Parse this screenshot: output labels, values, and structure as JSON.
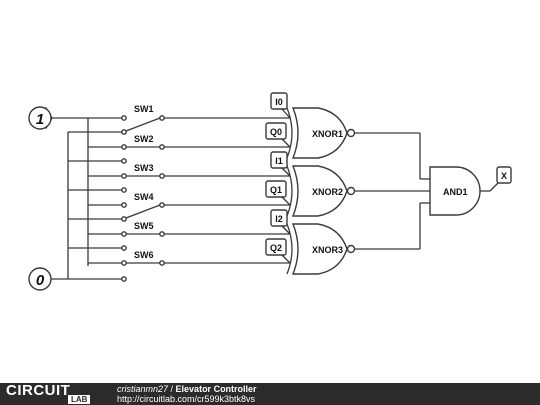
{
  "diagram": {
    "terminals": [
      {
        "id": "t1",
        "label": "1"
      },
      {
        "id": "t0",
        "label": "0"
      }
    ],
    "switches": [
      {
        "id": "sw1",
        "label": "SW1"
      },
      {
        "id": "sw2",
        "label": "SW2"
      },
      {
        "id": "sw3",
        "label": "SW3"
      },
      {
        "id": "sw4",
        "label": "SW4"
      },
      {
        "id": "sw5",
        "label": "SW5"
      },
      {
        "id": "sw6",
        "label": "SW6"
      }
    ],
    "inputs": [
      {
        "id": "i0",
        "label": "I0"
      },
      {
        "id": "q0",
        "label": "Q0"
      },
      {
        "id": "i1",
        "label": "I1"
      },
      {
        "id": "q1",
        "label": "Q1"
      },
      {
        "id": "i2",
        "label": "I2"
      },
      {
        "id": "q2",
        "label": "Q2"
      }
    ],
    "gates": [
      {
        "id": "xnor1",
        "label": "XNOR1"
      },
      {
        "id": "xnor2",
        "label": "XNOR2"
      },
      {
        "id": "xnor3",
        "label": "XNOR3"
      },
      {
        "id": "and1",
        "label": "AND1"
      }
    ],
    "output": {
      "id": "x",
      "label": "X"
    }
  },
  "footer": {
    "logo_circuit": "CIRCUIT",
    "logo_lab": "LAB",
    "author": "cristianmn27",
    "separator": " / ",
    "title": "Elevator Controller",
    "url": "http://circuitlab.com/cr599k3btk8vs"
  }
}
